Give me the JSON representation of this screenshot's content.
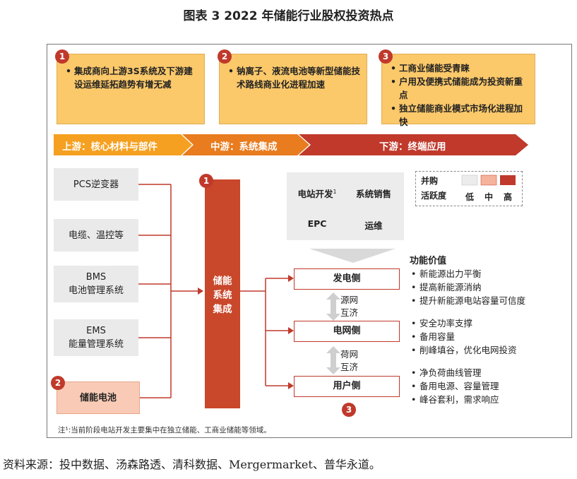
{
  "title": "图表 3  2022 年储能行业股权投资热点",
  "top_points": [
    {
      "num": "1",
      "items": [
        "集成商向上游3S系统及下游建设运维延拓趋势有增无减"
      ]
    },
    {
      "num": "2",
      "items": [
        "钠离子、液流电池等新型储能技术路线商业化进程加速"
      ]
    },
    {
      "num": "3",
      "items": [
        "工商业储能受青睐",
        "户用及便携式储能成为投资新重点",
        "独立储能商业模式市场化进程加快"
      ]
    }
  ],
  "stages": {
    "upstream": "上游：核心材料与部件",
    "midstream": "中游：系统集成",
    "downstream": "下游：终端应用"
  },
  "left_items": [
    {
      "line1": "PCS逆变器",
      "line2": ""
    },
    {
      "line1": "电缆、温控等",
      "line2": ""
    },
    {
      "line1": "BMS",
      "line2": "电池管理系统"
    },
    {
      "line1": "EMS",
      "line2": "能量管理系统"
    },
    {
      "line1": "储能电池",
      "line2": "",
      "num": "2"
    }
  ],
  "center": {
    "num": "1",
    "line1": "储能",
    "line2": "系统",
    "line3": "集成"
  },
  "grid": {
    "dev": "电站开发",
    "dev_sup": "1",
    "sales": "系统销售",
    "epc": "EPC",
    "om": "运维"
  },
  "legend": {
    "label1": "并购",
    "label2": "活跃度",
    "low": "低",
    "mid": "中",
    "high": "高",
    "colors": {
      "low": "#ececec",
      "mid": "#f6b39c",
      "high": "#c0392b"
    }
  },
  "outputs": [
    {
      "label": "发电侧"
    },
    {
      "label": "电网侧"
    },
    {
      "label": "用户侧"
    }
  ],
  "flows": [
    {
      "line1": "源网",
      "line2": "互济"
    },
    {
      "line1": "荷网",
      "line2": "互济"
    }
  ],
  "value_title": "功能价值",
  "values": [
    [
      "新能源出力平衡",
      "提高新能源消纳",
      "提升新能源电站容量可信度"
    ],
    [
      "安全功率支撑",
      "备用容量",
      "削峰填谷，优化电网投资"
    ],
    [
      "净负荷曲线管理",
      "备用电源、容量管理",
      "峰谷套利，需求响应"
    ]
  ],
  "output_num": "3",
  "note": "注¹:当前阶段电站开发主要集中在独立储能、工商业储能等领域。",
  "source": "资料来源：投中数据、汤森路透、清科数据、Mergermarket、普华永道。",
  "colors": {
    "accent_red": "#c0392b",
    "orange": "#f5a020",
    "yellow": "#fbc86a",
    "pink": "#f9cbb6"
  }
}
